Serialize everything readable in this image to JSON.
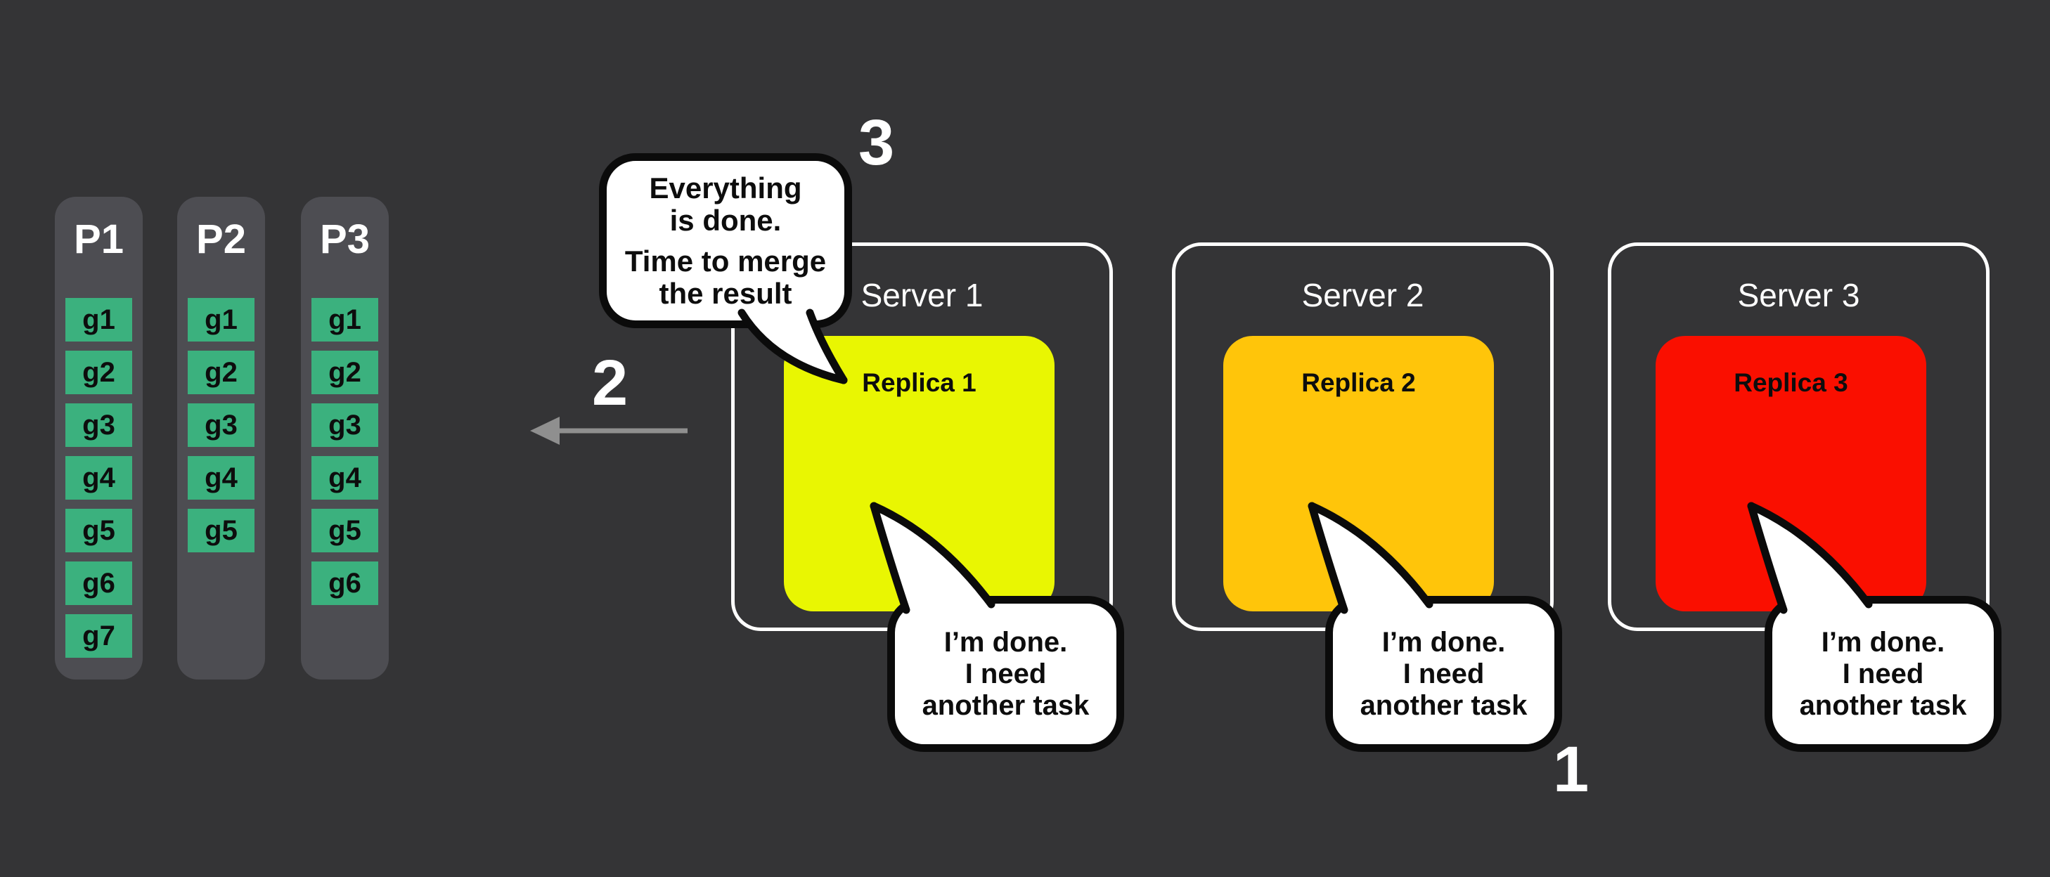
{
  "colors": {
    "background": "#343436",
    "column_fill": "#4D4D52",
    "cell_green": "#3BB17E",
    "server_border": "#FFFFFF",
    "bubble_border": "#0B0B0B",
    "arrow_gray": "#8F8F8F"
  },
  "partitions": [
    {
      "label": "P1",
      "cells": [
        "g1",
        "g2",
        "g3",
        "g4",
        "g5",
        "g6",
        "g7"
      ]
    },
    {
      "label": "P2",
      "cells": [
        "g1",
        "g2",
        "g3",
        "g4",
        "g5"
      ]
    },
    {
      "label": "P3",
      "cells": [
        "g1",
        "g2",
        "g3",
        "g4",
        "g5",
        "g6"
      ]
    }
  ],
  "servers": [
    {
      "label": "Server 1",
      "replica": {
        "label": "Replica 1",
        "color": "#E9F602"
      }
    },
    {
      "label": "Server 2",
      "replica": {
        "label": "Replica 2",
        "color": "#FFC50A"
      }
    },
    {
      "label": "Server 3",
      "replica": {
        "label": "Replica 3",
        "color": "#FA0F00"
      }
    }
  ],
  "speech": {
    "merge": {
      "lines": [
        "Everything",
        "is done.",
        "Time to merge",
        "the result"
      ]
    },
    "done": {
      "lines": [
        "I’m done.",
        "I need",
        "another task"
      ]
    }
  },
  "steps": {
    "one": "1",
    "two": "2",
    "three": "3"
  }
}
